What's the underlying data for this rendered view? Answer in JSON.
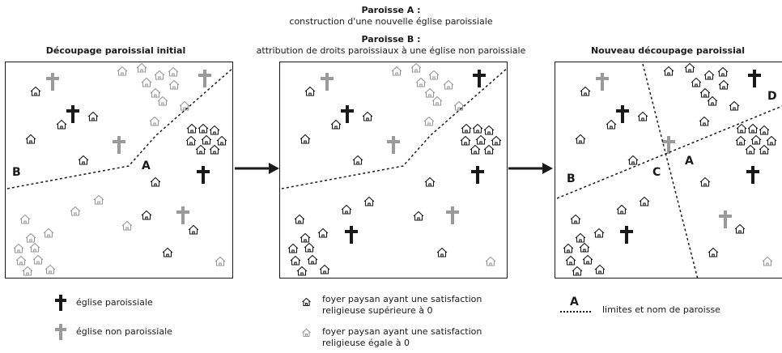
{
  "header": {
    "parish_a_title": "Paroisse A :",
    "parish_a_desc": "construction d'une nouvelle église paroissiale",
    "parish_b_title": "Paroisse B :",
    "parish_b_desc": "attribution de droits paroissiaux à une église non paroissiale"
  },
  "panels": [
    {
      "title": "Découpage paroissial initial"
    },
    {
      "title": ""
    },
    {
      "title": "Nouveau découpage paroissial"
    }
  ],
  "labels": {
    "initial": [
      "B",
      "A"
    ],
    "new": [
      "B",
      "C",
      "A",
      "D"
    ]
  },
  "legend": {
    "church_parish": "église paroissiale",
    "church_nonparish": "église non paroissiale",
    "house_positive_line1": "foyer paysan ayant une satisfaction",
    "house_positive_line2": "religieuse supérieure à 0",
    "house_zero_line1": "foyer paysan ayant une satisfaction",
    "house_zero_line2": "religieuse égale à 0",
    "boundary_letter": "A",
    "boundary_text": "limites et nom de paroisse"
  },
  "colors": {
    "dark": "#1a1a1a",
    "grey": "#9a9a9a"
  }
}
